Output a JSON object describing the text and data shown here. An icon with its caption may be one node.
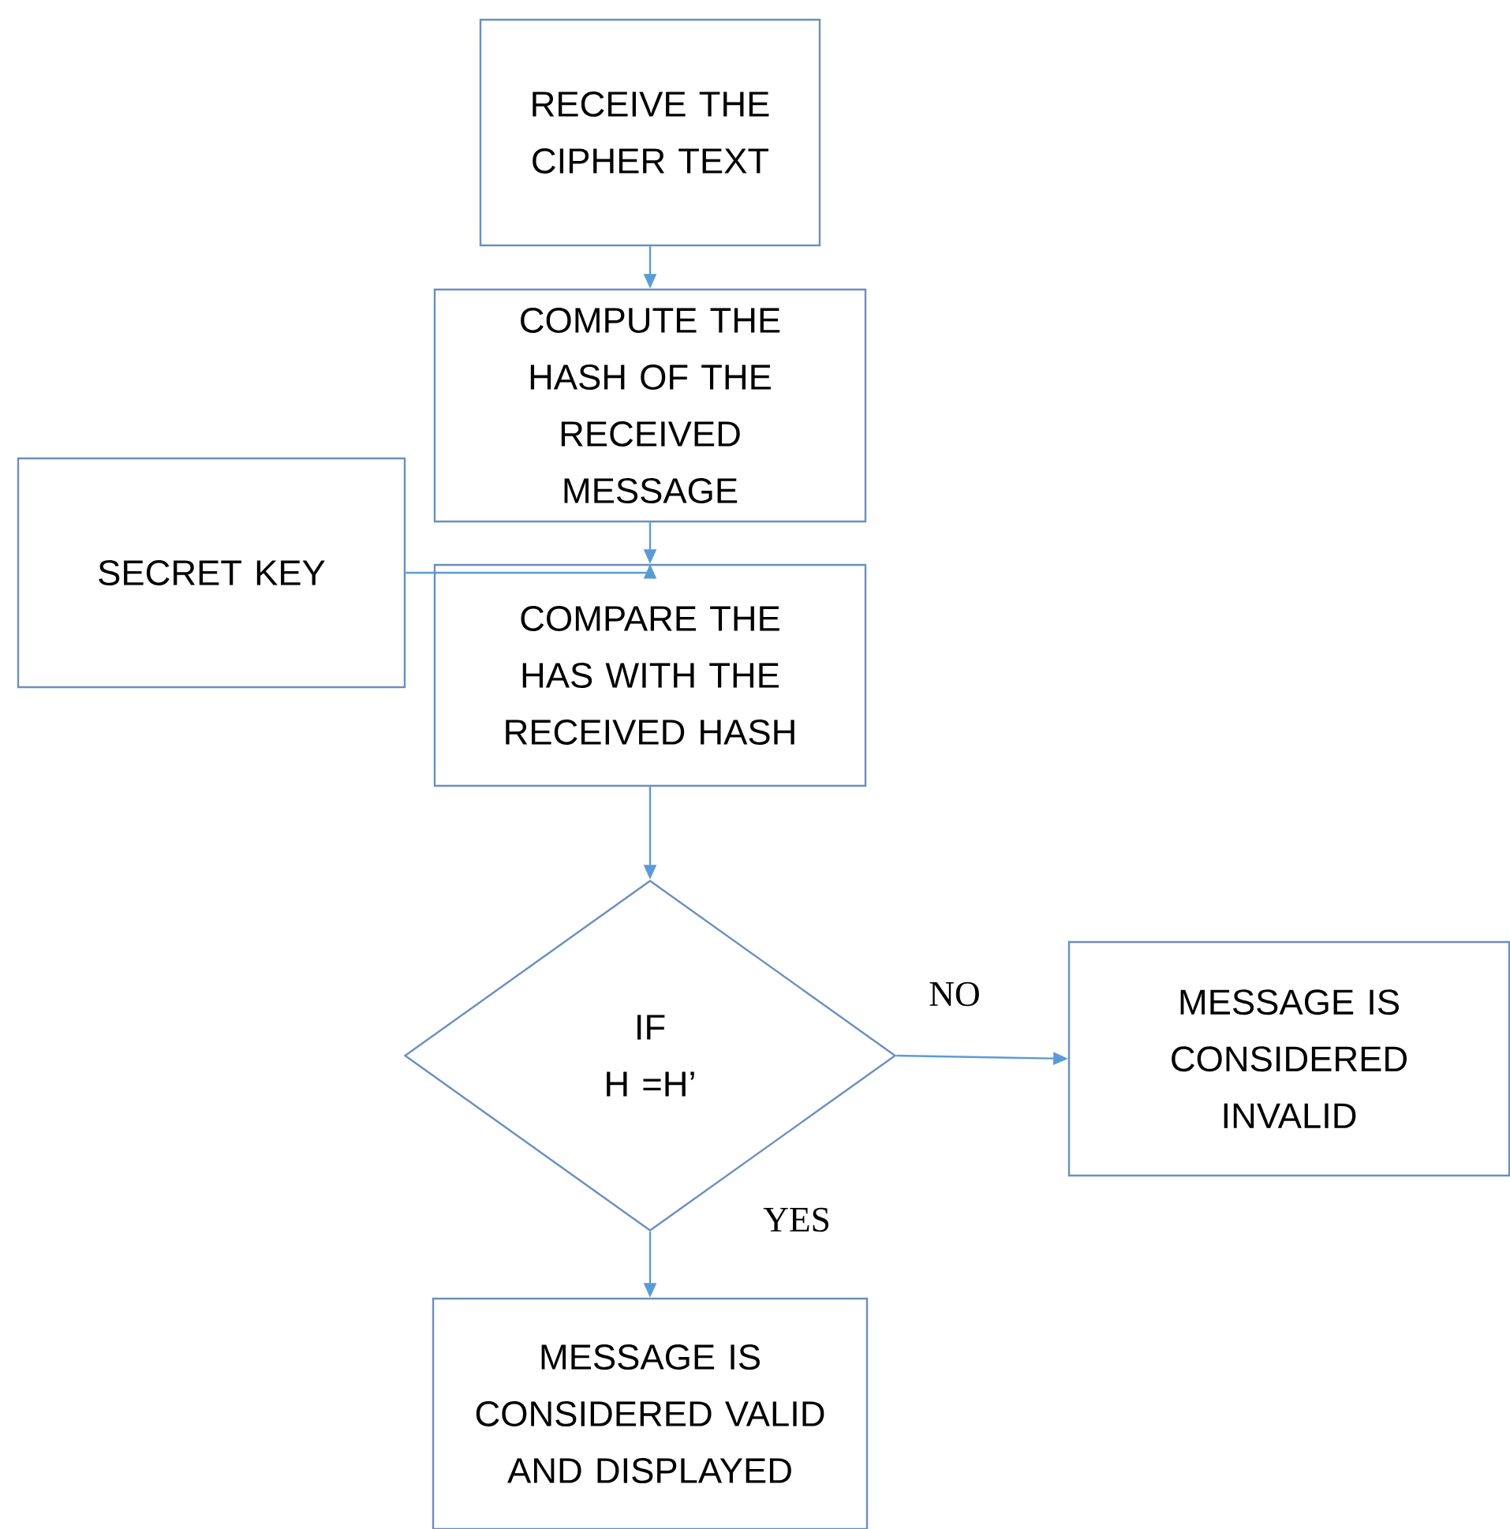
{
  "diagram": {
    "nodes": [
      {
        "text": [
          "RECEIVE THE CIPHER TEXT"
        ]
      },
      {
        "text": [
          "COMPUTE THE HASH OF THE RECEIVED MESSAGE"
        ]
      },
      {
        "text": [
          "SECRET KEY"
        ]
      },
      {
        "text": [
          "COMPARE THE HAS WITH THE RECEIVED HASH"
        ]
      },
      {
        "text": [
          "IF",
          "H =H’"
        ]
      },
      {
        "text": [
          "MESSAGE IS CONSIDERED INVALID"
        ]
      },
      {
        "text": [
          "MESSAGE IS CONSIDERED VALID AND DISPLAYED"
        ]
      }
    ],
    "edges": [
      {
        "from": 0,
        "to": 1,
        "arrow": "to"
      },
      {
        "from": 1,
        "to": 3,
        "arrow": "to"
      },
      {
        "from": 2,
        "to": 3,
        "arrow": "to"
      },
      {
        "from": 3,
        "to": 4,
        "arrow": "to"
      },
      {
        "from": 4,
        "to": 5,
        "arrow": "to",
        "label": "NO"
      },
      {
        "from": 4,
        "to": 6,
        "arrow": "to",
        "label": "YES"
      }
    ]
  }
}
